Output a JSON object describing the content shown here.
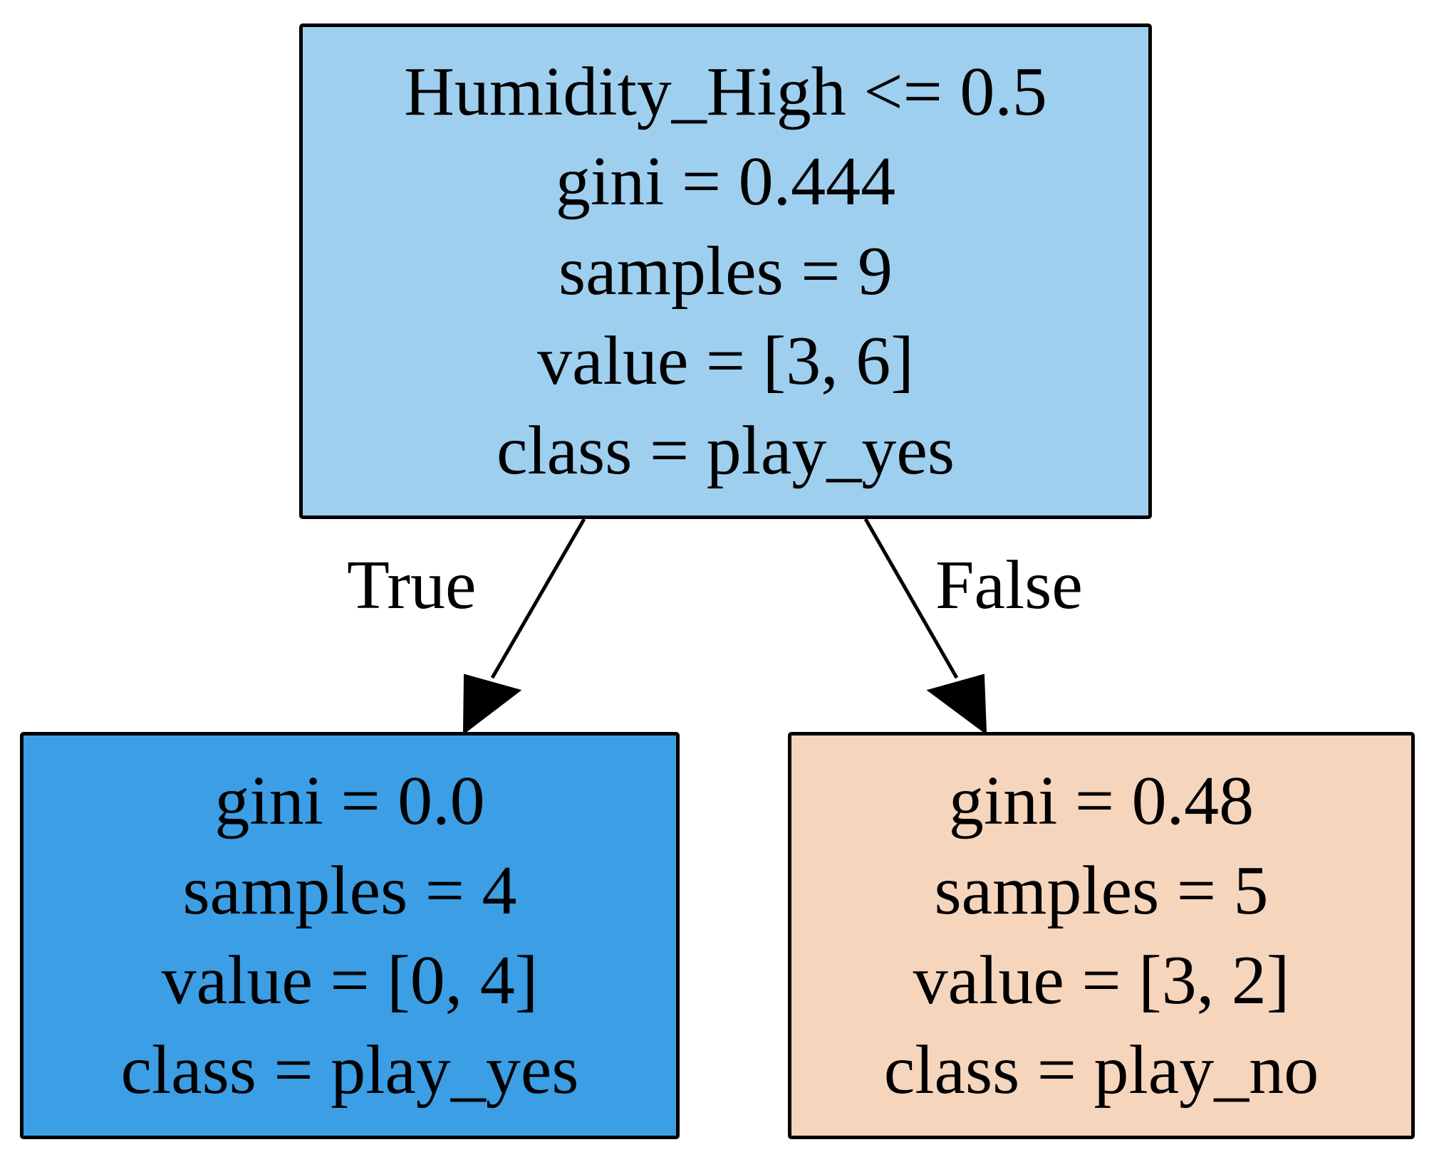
{
  "tree": {
    "root": {
      "condition": "Humidity_High <= 0.5",
      "gini": "gini = 0.444",
      "samples": "samples = 9",
      "value": "value = [3, 6]",
      "class": "class = play_yes",
      "fill": "#9ecfef"
    },
    "left": {
      "gini": "gini = 0.0",
      "samples": "samples = 4",
      "value": "value = [0, 4]",
      "class": "class = play_yes",
      "fill": "#3c9ee5"
    },
    "right": {
      "gini": "gini = 0.48",
      "samples": "samples = 5",
      "value": "value = [3, 2]",
      "class": "class = play_no",
      "fill": "#f6d5bd"
    }
  },
  "edges": {
    "true_label": "True",
    "false_label": "False"
  }
}
